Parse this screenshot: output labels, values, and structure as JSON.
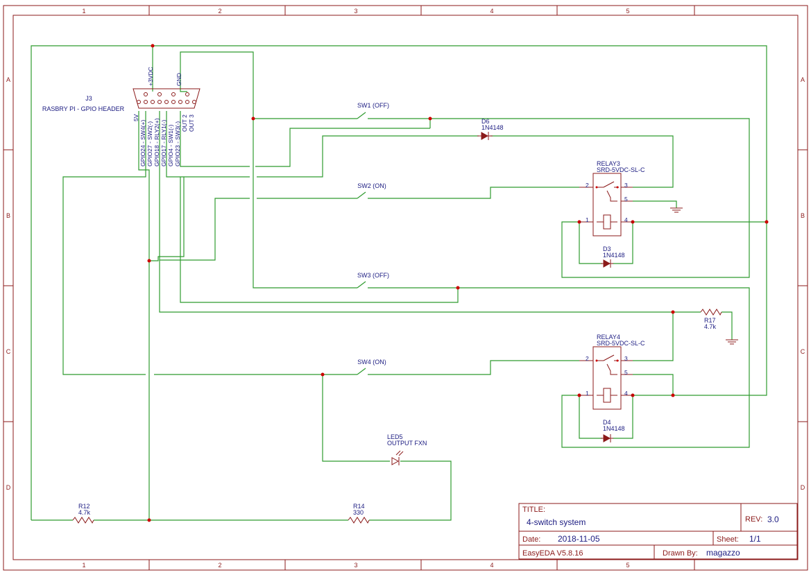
{
  "grid": {
    "columns": [
      "1",
      "2",
      "3",
      "4",
      "5"
    ],
    "rows": [
      "A",
      "B",
      "C",
      "D"
    ]
  },
  "title_block": {
    "title_label": "TITLE:",
    "title": "4-switch system",
    "rev_label": "REV:",
    "rev": "3.0",
    "date_label": "Date:",
    "date": "2018-11-05",
    "sheet_label": "Sheet:",
    "sheet": "1/1",
    "tool": "EasyEDA V5.8.16",
    "drawn_label": "Drawn By:",
    "drawn_by": "magazzo"
  },
  "header": {
    "ref": "J3",
    "name": "RASBRY PI - GPIO HEADER",
    "top_pins": [
      "+3VDC",
      "GND"
    ],
    "bottom_pins": [
      "5V",
      "GPIO24 - SW4(+)",
      "GPIO27 - SW2(-)",
      "GPIO18 - RLY2(+)",
      "GPIO17 - RLY1(-)",
      "GPIO4 - SW1(-)",
      "GPIO23 - SW3(-)",
      "OUT 2",
      "OUT 3"
    ]
  },
  "switches": {
    "sw1": "SW1 (OFF)",
    "sw2": "SW2 (ON)",
    "sw3": "SW3 (OFF)",
    "sw4": "SW4 (ON)"
  },
  "relay3": {
    "ref": "RELAY3",
    "part": "SRD-5VDC-SL-C",
    "pins": [
      "2",
      "3",
      "5",
      "1",
      "4"
    ]
  },
  "relay4": {
    "ref": "RELAY4",
    "part": "SRD-5VDC-SL-C",
    "pins": [
      "2",
      "3",
      "5",
      "1",
      "4"
    ]
  },
  "diodes": {
    "d6": {
      "ref": "D6",
      "part": "1N4148"
    },
    "d3": {
      "ref": "D3",
      "part": "1N4148"
    },
    "d4": {
      "ref": "D4",
      "part": "1N4148"
    }
  },
  "resistors": {
    "r17": {
      "ref": "R17",
      "value": "4.7k"
    },
    "r12": {
      "ref": "R12",
      "value": "4.7k"
    },
    "r14": {
      "ref": "R14",
      "value": "330"
    }
  },
  "led": {
    "ref": "LED5",
    "name": "OUTPUT FXN"
  },
  "colors": {
    "frame": "#8b1a1a",
    "wire": "#2e9b2e",
    "junction": "#cc0000",
    "label": "#1a1a80"
  }
}
